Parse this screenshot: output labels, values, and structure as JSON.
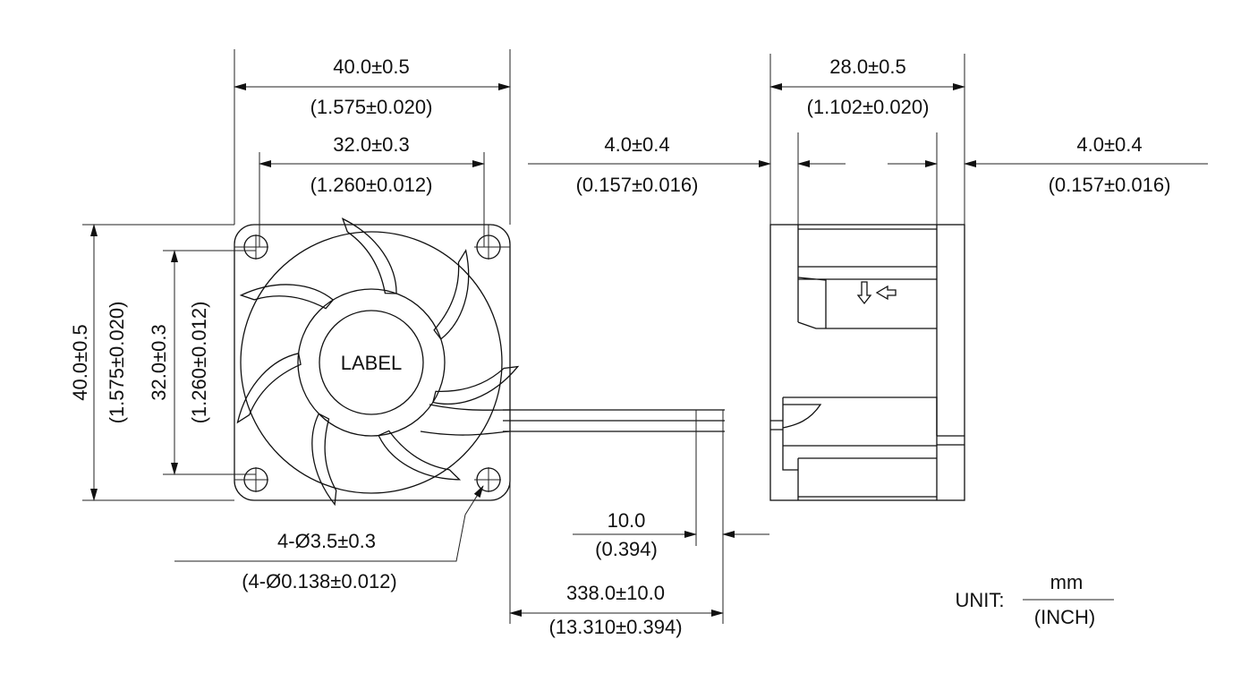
{
  "front_view": {
    "label": "LABEL",
    "width_overall": {
      "mm": "40.0±0.5",
      "inch": "(1.575±0.020)"
    },
    "hole_spacing_h": {
      "mm": "32.0±0.3",
      "inch": "(1.260±0.012)"
    },
    "height_overall": {
      "mm": "40.0±0.5",
      "inch": "(1.575±0.020)"
    },
    "hole_spacing_v": {
      "mm": "32.0±0.3",
      "inch": "(1.260±0.012)"
    },
    "holes": {
      "mm": "4-Ø3.5±0.3",
      "inch": "(4-Ø0.138±0.012)"
    },
    "flange_left": {
      "mm": "4.0±0.4",
      "inch": "(0.157±0.016)"
    }
  },
  "side_view": {
    "depth": {
      "mm": "28.0±0.5",
      "inch": "(1.102±0.020)"
    },
    "flange_right": {
      "mm": "4.0±0.4",
      "inch": "(0.157±0.016)"
    }
  },
  "cable": {
    "strip": {
      "mm": "10.0",
      "inch": "(0.394)"
    },
    "length": {
      "mm": "338.0±10.0",
      "inch": "(13.310±0.394)"
    }
  },
  "unit": {
    "label": "UNIT:",
    "numerator": "mm",
    "denominator": "(INCH)"
  },
  "icons": [
    "airflow-arrow-icon",
    "rotation-arrow-icon"
  ]
}
